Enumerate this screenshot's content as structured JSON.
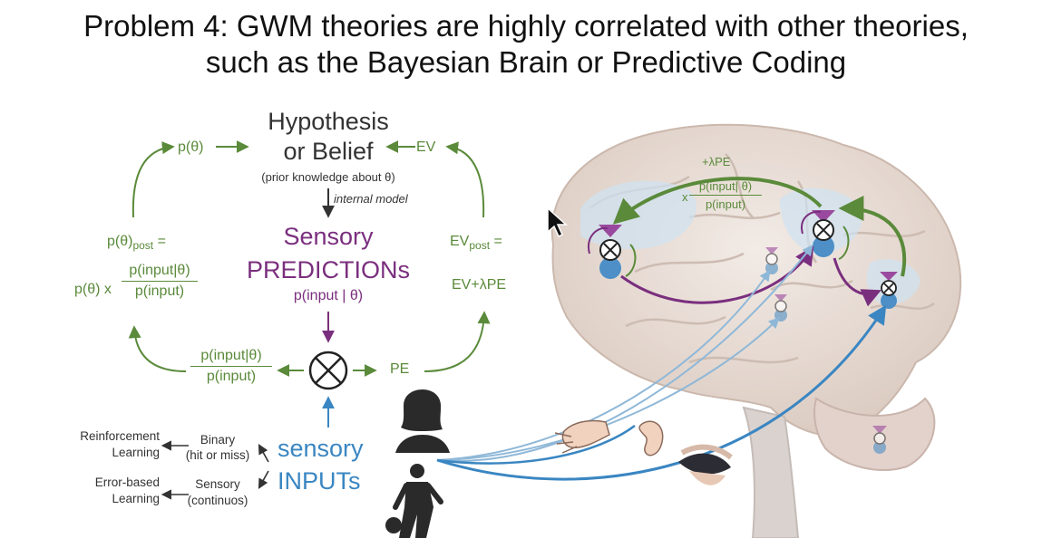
{
  "title": {
    "line1": "Problem 4: GWM theories are highly correlated with other theories,",
    "line2": "such as the Bayesian Brain or Predictive Coding"
  },
  "diagram": {
    "hypothesis": "Hypothesis",
    "belief": "or Belief",
    "prior_note": "(prior knowledge about θ)",
    "internal_model": "internal model",
    "p_theta": "p(θ)",
    "ev_top": "EV",
    "p_theta_post": "p(θ)",
    "post_sub": "post",
    "equals": "=",
    "p_theta_x": "p(θ) x",
    "frac_num": "p(input|θ)",
    "frac_den": "p(input)",
    "ev_post": "EV",
    "ev_post_sub": "post",
    "ev_update": "EV+λPE",
    "sensory": "Sensory",
    "predictions": "PREDICTIONs",
    "p_input_theta": "p(input | θ)",
    "pe": "PE",
    "sensory_lower": "sensory",
    "inputs": "INPUTs",
    "reinforcement_1": "Reinforcement",
    "reinforcement_2": "Learning",
    "binary_1": "Binary",
    "binary_2": "(hit or miss)",
    "error_1": "Error-based",
    "error_2": "Learning",
    "sensory_cont_1": "Sensory",
    "sensory_cont_2": "(continuos)"
  },
  "brain": {
    "lambda_pe": "+λPE",
    "times": "x",
    "frac_num": "p(input| θ)",
    "frac_den": "p(input)"
  },
  "colors": {
    "green": "#5a8a3a",
    "purple": "#7a2f7e",
    "blue": "#3a86c2",
    "brain": "#e8ddd5"
  },
  "icons": [
    "woman-silhouette-icon",
    "basketball-player-icon",
    "hand-icon",
    "ear-icon",
    "eye-icon",
    "mouse-cursor-icon"
  ]
}
